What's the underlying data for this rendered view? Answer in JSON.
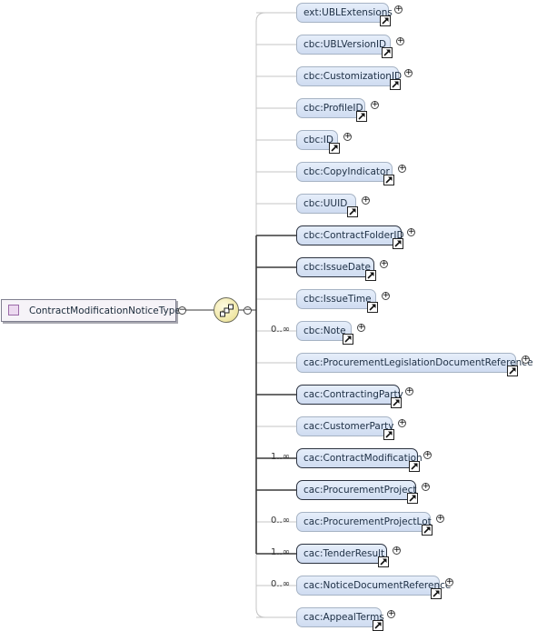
{
  "root": {
    "name": "ContractModificationNoticeType",
    "expand_symbol": "−"
  },
  "sequence": {
    "icon": "sequence-compositor-icon",
    "expand_symbol": "−"
  },
  "elements": [
    {
      "name": "ext:UBLExtensions",
      "required": false,
      "cardinality": ""
    },
    {
      "name": "cbc:UBLVersionID",
      "required": false,
      "cardinality": ""
    },
    {
      "name": "cbc:CustomizationID",
      "required": false,
      "cardinality": ""
    },
    {
      "name": "cbc:ProfileID",
      "required": false,
      "cardinality": ""
    },
    {
      "name": "cbc:ID",
      "required": false,
      "cardinality": ""
    },
    {
      "name": "cbc:CopyIndicator",
      "required": false,
      "cardinality": ""
    },
    {
      "name": "cbc:UUID",
      "required": false,
      "cardinality": ""
    },
    {
      "name": "cbc:ContractFolderID",
      "required": true,
      "cardinality": ""
    },
    {
      "name": "cbc:IssueDate",
      "required": true,
      "cardinality": ""
    },
    {
      "name": "cbc:IssueTime",
      "required": false,
      "cardinality": ""
    },
    {
      "name": "cbc:Note",
      "required": false,
      "cardinality": "0..∞"
    },
    {
      "name": "cac:ProcurementLegislationDocumentReference",
      "required": false,
      "cardinality": ""
    },
    {
      "name": "cac:ContractingParty",
      "required": true,
      "cardinality": ""
    },
    {
      "name": "cac:CustomerParty",
      "required": false,
      "cardinality": ""
    },
    {
      "name": "cac:ContractModification",
      "required": true,
      "cardinality": "1..∞"
    },
    {
      "name": "cac:ProcurementProject",
      "required": true,
      "cardinality": ""
    },
    {
      "name": "cac:ProcurementProjectLot",
      "required": false,
      "cardinality": "0..∞"
    },
    {
      "name": "cac:TenderResult",
      "required": true,
      "cardinality": "1..∞"
    },
    {
      "name": "cac:NoticeDocumentReference",
      "required": false,
      "cardinality": "0..∞"
    },
    {
      "name": "cac:AppealTerms",
      "required": false,
      "cardinality": ""
    }
  ],
  "expand_symbol": "+",
  "colors": {
    "required_line": "#3a3a3a",
    "optional_line": "#c4c4c4",
    "element_fill": "#d8e3f4",
    "root_fill": "#f6f3f8"
  }
}
